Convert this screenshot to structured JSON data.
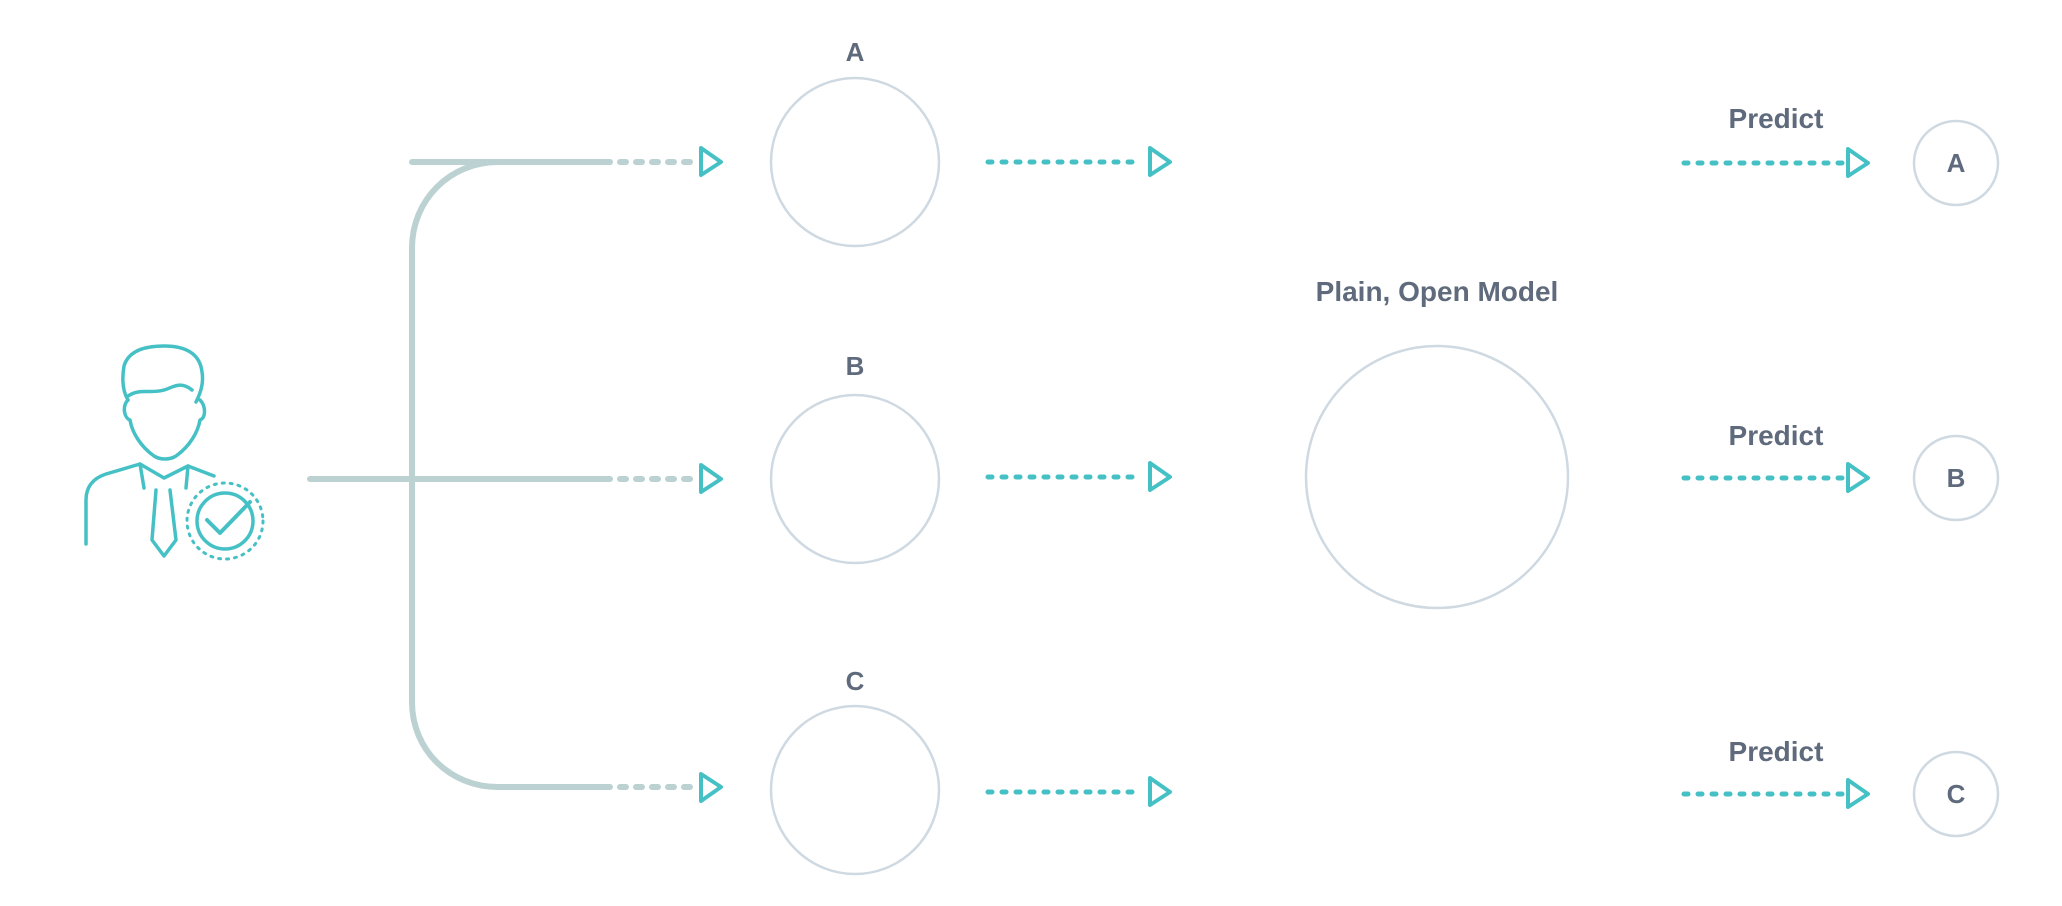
{
  "colors": {
    "accent": "#45c1c6",
    "trunk": "#bcd1d1",
    "circle_stroke": "#cfd9e2",
    "text": "#5f6b7c",
    "background": "#ffffff"
  },
  "icons": {
    "user": "verified-user-icon",
    "check": "check-badge-icon"
  },
  "groups": [
    {
      "label": "A"
    },
    {
      "label": "B"
    },
    {
      "label": "C"
    }
  ],
  "model": {
    "title": "Plain, Open Model"
  },
  "predictions": [
    {
      "action": "Predict",
      "result": "A"
    },
    {
      "action": "Predict",
      "result": "B"
    },
    {
      "action": "Predict",
      "result": "C"
    }
  ]
}
